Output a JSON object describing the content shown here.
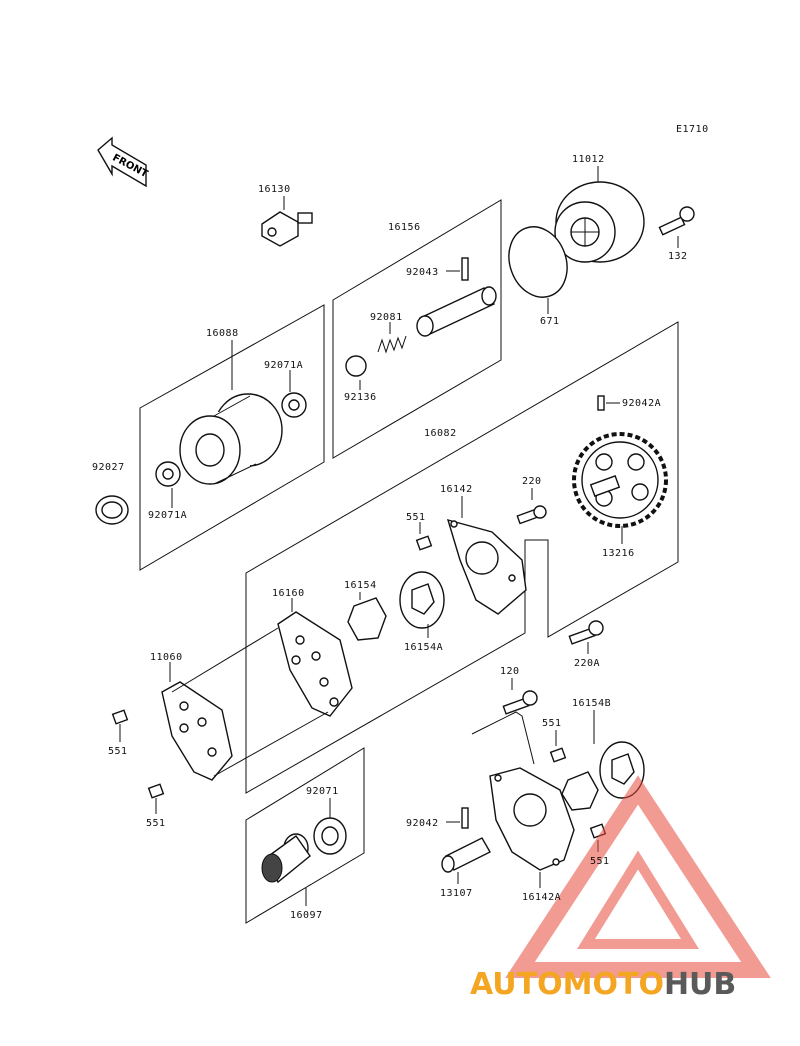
{
  "diagram_code": "E1710",
  "front_label": "FRONT",
  "watermark": {
    "brand_a": "AUTOMOTO",
    "brand_b": "HUB"
  },
  "labels": {
    "p11012": "11012",
    "p16130": "16130",
    "p16156": "16156",
    "p92043": "92043",
    "p92081": "92081",
    "p92136": "92136",
    "p132": "132",
    "p671": "671",
    "p16088": "16088",
    "p92071A_top": "92071A",
    "p92071A_bot": "92071A",
    "p92027": "92027",
    "p16082": "16082",
    "p92042A": "92042A",
    "p220": "220",
    "p16142": "16142",
    "p551_a": "551",
    "p16154": "16154",
    "p16154A": "16154A",
    "p16160": "16160",
    "p13216": "13216",
    "p220A": "220A",
    "p11060": "11060",
    "p551_b": "551",
    "p551_c": "551",
    "p120": "120",
    "p16154B": "16154B",
    "p551_d": "551",
    "p551_e": "551",
    "p92071": "92071",
    "p92042": "92042",
    "p13107": "13107",
    "p16142A": "16142A",
    "p16097": "16097"
  }
}
